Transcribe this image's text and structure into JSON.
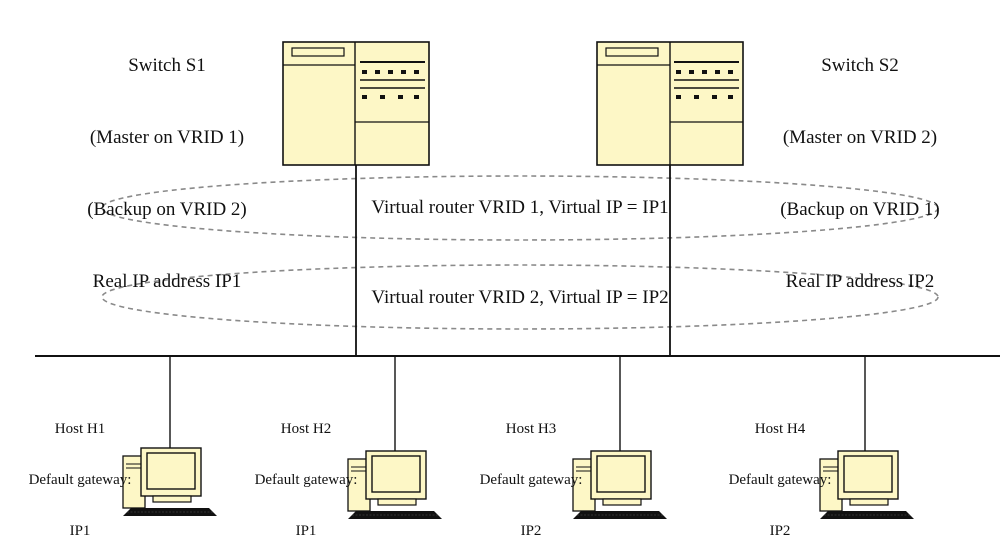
{
  "switches": [
    {
      "id": "s1",
      "lines": [
        "Switch S1",
        "(Master on VRID 1)",
        "(Backup on VRID 2)",
        "Real IP address IP1"
      ]
    },
    {
      "id": "s2",
      "lines": [
        "Switch S2",
        "(Master on VRID 2)",
        "(Backup on VRID 1)",
        "Real IP address IP2"
      ]
    }
  ],
  "virtual_routers": [
    {
      "label": "Virtual router VRID 1, Virtual IP = IP1"
    },
    {
      "label": "Virtual router VRID 2, Virtual IP = IP2"
    }
  ],
  "hosts": [
    {
      "name": "Host H1",
      "gateway_label": "Default gateway:",
      "gateway": "IP1"
    },
    {
      "name": "Host H2",
      "gateway_label": "Default gateway:",
      "gateway": "IP1"
    },
    {
      "name": "Host H3",
      "gateway_label": "Default gateway:",
      "gateway": "IP2"
    },
    {
      "name": "Host H4",
      "gateway_label": "Default gateway:",
      "gateway": "IP2"
    }
  ],
  "colors": {
    "device_fill": "#fdf7c6",
    "line": "#111111",
    "ellipse_stroke": "#8a8a8a"
  }
}
